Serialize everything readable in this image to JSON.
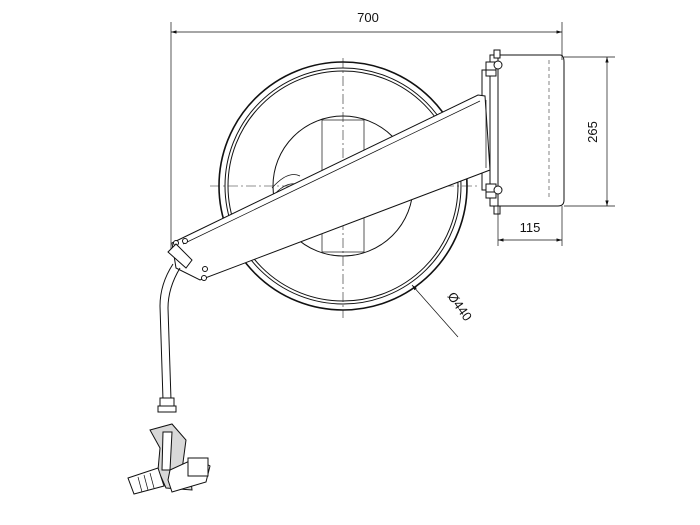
{
  "dimensions": {
    "overall_width": "700",
    "bracket_height": "265",
    "bracket_depth": "115",
    "drum_diameter": "Ø440"
  }
}
